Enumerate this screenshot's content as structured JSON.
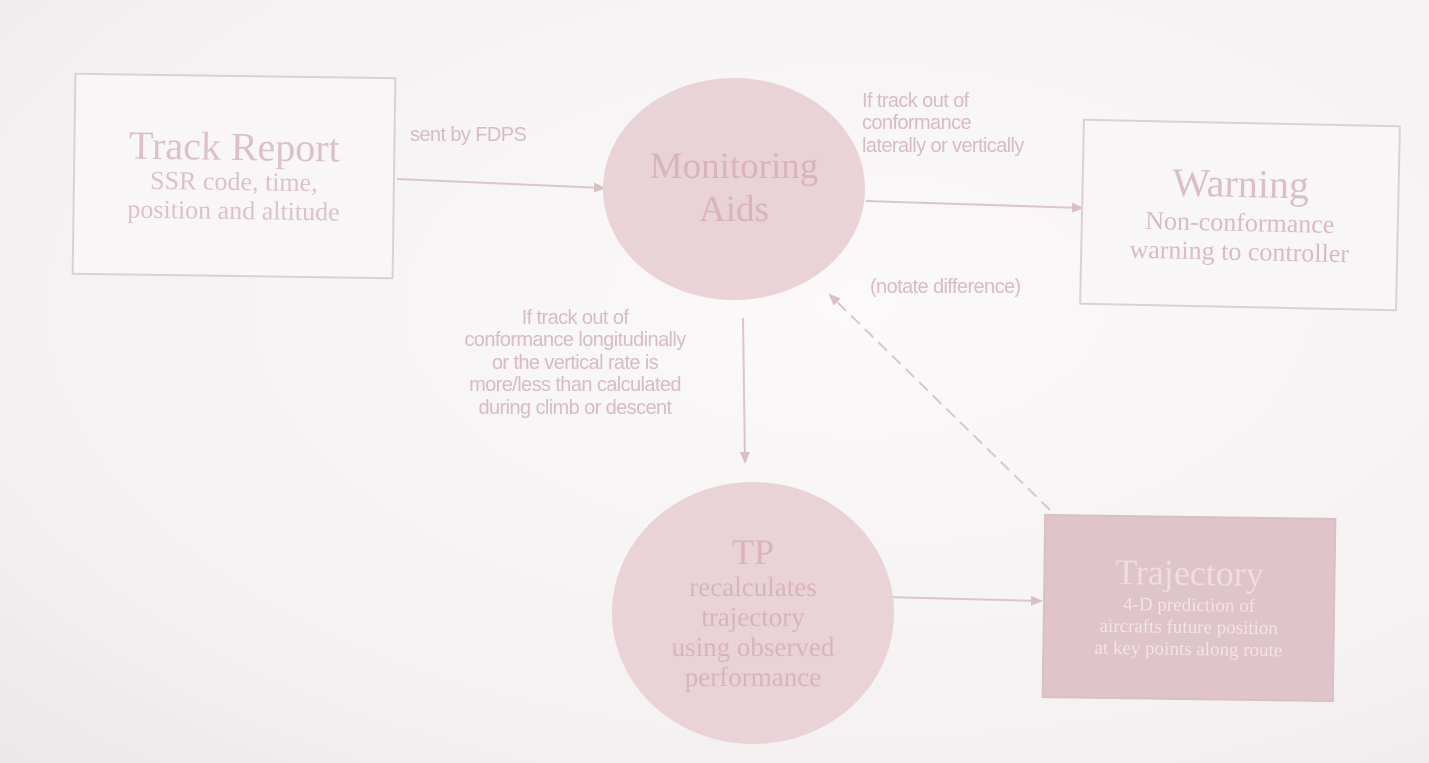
{
  "diagram": {
    "nodes": {
      "track_report": {
        "title": "Track Report",
        "lines": [
          "SSR code, time,",
          "position and altitude"
        ]
      },
      "monitoring_aids": {
        "title_lines": [
          "Monitoring",
          "Aids"
        ]
      },
      "warning": {
        "title": "Warning",
        "lines": [
          "Non-conformance",
          "warning to controller"
        ]
      },
      "tp": {
        "title": "TP",
        "lines": [
          "recalculates",
          "trajectory",
          "using observed",
          "performance"
        ]
      },
      "trajectory": {
        "title": "Trajectory",
        "lines": [
          "4-D prediction of",
          "aircrafts future position",
          "at key points along route"
        ]
      }
    },
    "edge_labels": {
      "sent_by_fdps": "sent by FDPS",
      "lateral": [
        "If track out of",
        "conformance",
        "laterally or vertically"
      ],
      "notate": "(notate difference)",
      "longitudinal": [
        "If track out of",
        "conformance longitudinally",
        "or the vertical rate is",
        "more/less than calculated",
        "during climb or descent"
      ]
    },
    "colors": {
      "accent": "#e9d3d7",
      "line": "#d9c0c5",
      "text": "#dcc3c8"
    }
  }
}
